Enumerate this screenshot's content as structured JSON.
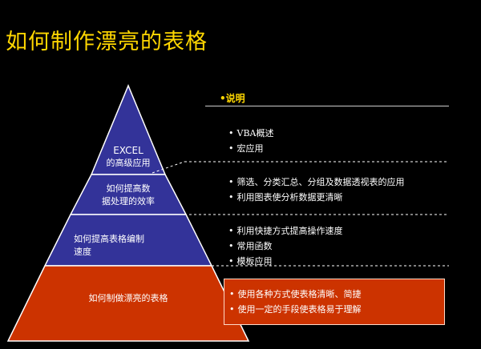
{
  "title": "如何制作漂亮的表格",
  "pyramid": {
    "levels": [
      {
        "lines": [
          "EXCEL",
          "的高级应用"
        ],
        "color": "#333399"
      },
      {
        "lines": [
          "如何提高数",
          "据处理的效率"
        ],
        "color": "#333399"
      },
      {
        "lines": [
          "如何提高表格编制",
          "速度"
        ],
        "color": "#333399"
      },
      {
        "lines": [
          "如何制做漂亮的表格"
        ],
        "color": "#CC3300"
      }
    ]
  },
  "notes": {
    "header": "•说明",
    "groups": [
      {
        "items": [
          "VBA概述",
          "宏应用"
        ]
      },
      {
        "items": [
          "筛选、分类汇总、分组及数据透视表的应用",
          "利用图表使分析数据更清晰"
        ]
      },
      {
        "items": [
          "利用快捷方式提高操作速度",
          "常用函数",
          "模板应用"
        ]
      },
      {
        "items": [
          "使用各种方式使表格清晰、简捷",
          "使用一定的手段使表格易于理解"
        ],
        "highlighted": true
      }
    ]
  },
  "colors": {
    "title": "#FFD700",
    "tier": "#333399",
    "highlight": "#CC3300"
  }
}
